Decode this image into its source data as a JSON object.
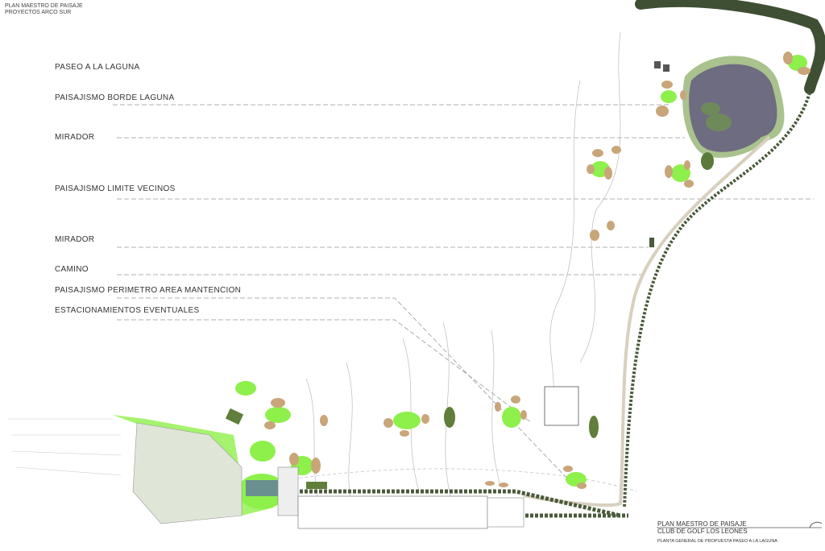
{
  "header": {
    "line1": "PLAN MAESTRO DE PAISAJE",
    "line2": "PROYECTOS ARCO SUR"
  },
  "labels": [
    {
      "text": "PASEO A LA LAGUNA"
    },
    {
      "text": "PAISAJISMO BORDE LAGUNA"
    },
    {
      "text": "MIRADOR"
    },
    {
      "text": "PAISAJISMO LIMITE VECINOS"
    },
    {
      "text": "MIRADOR"
    },
    {
      "text": "CAMINO"
    },
    {
      "text": "PAISAJISMO PERIMETRO AREA MANTENCION"
    },
    {
      "text": "ESTACIONAMIENTOS EVENTUALES"
    }
  ],
  "title_block": {
    "title1": "PLAN MAESTRO DE PAISAJE",
    "title2": "CLUB DE GOLF LOS LEONES",
    "subtitle": "PLANTA GENERAL DE PROPUESTA PASEO A LA LAGUNA"
  },
  "colors": {
    "lawn": "#8ef04a",
    "sand": "#c9a57a",
    "water": "#6e6c80",
    "tree": "#4a5a3a",
    "shore": "#a9c28e"
  }
}
